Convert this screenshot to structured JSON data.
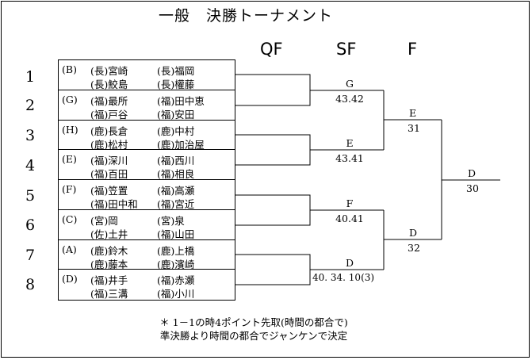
{
  "title": "一般　決勝トーナメント",
  "rounds": [
    "QF",
    "SF",
    "F"
  ],
  "seed_numbers": [
    "1",
    "2",
    "3",
    "4",
    "5",
    "6",
    "7",
    "8"
  ],
  "entries": [
    {
      "seed": "(B)",
      "players": [
        "(長)宮崎",
        "(長)福岡",
        "(長)鮫島",
        "(長)權藤"
      ]
    },
    {
      "seed": "(G)",
      "players": [
        "(福)最所",
        "(福)田中恵",
        "(福)戸谷",
        "(福)安田"
      ]
    },
    {
      "seed": "(H)",
      "players": [
        "(鹿)長倉",
        "(鹿)中村",
        "(鹿)松村",
        "(鹿)加治屋"
      ]
    },
    {
      "seed": "(E)",
      "players": [
        "(福)深川",
        "(福)西川",
        "(福)百田",
        "(福)相良"
      ]
    },
    {
      "seed": "(F)",
      "players": [
        "(福)笠置",
        "(福)高瀬",
        "(福)田中和",
        "(福)宮近"
      ]
    },
    {
      "seed": "(C)",
      "players": [
        "(宮)岡",
        "(宮)泉",
        "(佐)土井",
        "(福)山田"
      ]
    },
    {
      "seed": "(A)",
      "players": [
        "(鹿)鈴木",
        "(鹿)上橋",
        "(鹿)藤本",
        "(鹿)濱崎"
      ]
    },
    {
      "seed": "(D)",
      "players": [
        "(福)井手",
        "(福)赤瀬",
        "(福)三溝",
        "(福)小川"
      ]
    }
  ],
  "results": {
    "qf1": {
      "winner": "G",
      "score": "43.42"
    },
    "qf2": {
      "winner": "E",
      "score": "43.41"
    },
    "qf3": {
      "winner": "F",
      "score": "40.41"
    },
    "qf4": {
      "winner": "D",
      "score": "40. 34. 10(3)"
    },
    "sf1": {
      "winner": "E",
      "score": "31"
    },
    "sf2": {
      "winner": "D",
      "score": "32"
    },
    "final": {
      "winner": "D",
      "score": "30"
    }
  },
  "footnote": {
    "line1": "＊ 1－1の時4ポイント先取(時間の都合で)",
    "line2": "準決勝より時間の都合でジャンケンで決定"
  }
}
